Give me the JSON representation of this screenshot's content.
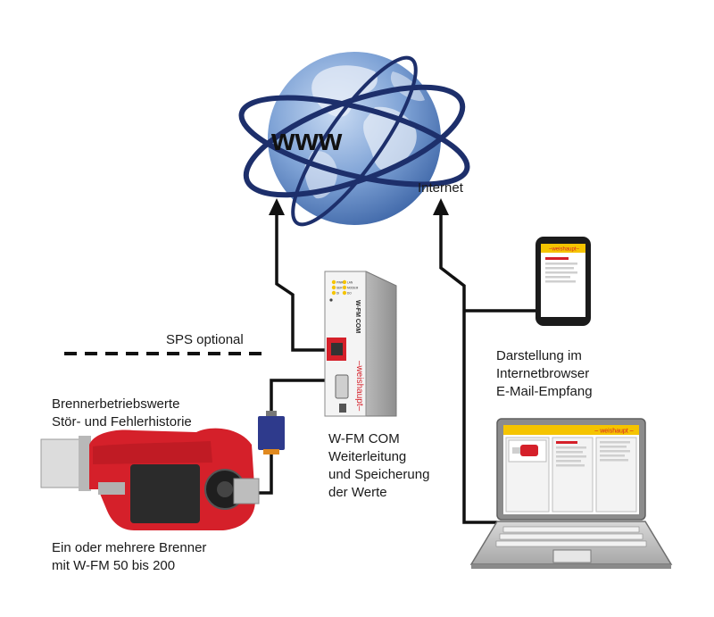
{
  "globe": {
    "www_text": "www",
    "label": "Internet"
  },
  "sps": {
    "label": "SPS optional"
  },
  "burner": {
    "values_line1": "Brennerbetriebswerte",
    "values_line2": "Stör- und Fehlerhistorie",
    "caption_line1": "Ein oder mehrere Brenner",
    "caption_line2": "mit W-FM 50 bis 200"
  },
  "device": {
    "name_vertical": "W-FM COM",
    "brand": "–weishaupt–",
    "led_labels": [
      "PWR",
      "LAN",
      "SER",
      "MODEM",
      "DI",
      "DO"
    ],
    "caption_line1": "W-FM COM",
    "caption_line2": "Weiterleitung",
    "caption_line3": "und Speicherung",
    "caption_line4": "der Werte"
  },
  "clients": {
    "caption_line1": "Darstellung im",
    "caption_line2": "Internetbrowser",
    "caption_line3": "E-Mail-Empfang",
    "phone_brand": "–weishaupt–",
    "laptop_brand": "– weishaupt –"
  },
  "colors": {
    "globe_blue": "#5b86c5",
    "orbit_navy": "#1d2f6b",
    "weishaupt_red": "#d5202a",
    "weishaupt_yellow": "#f5c400",
    "line_black": "#111111",
    "connector_blue": "#2e3a8c"
  }
}
